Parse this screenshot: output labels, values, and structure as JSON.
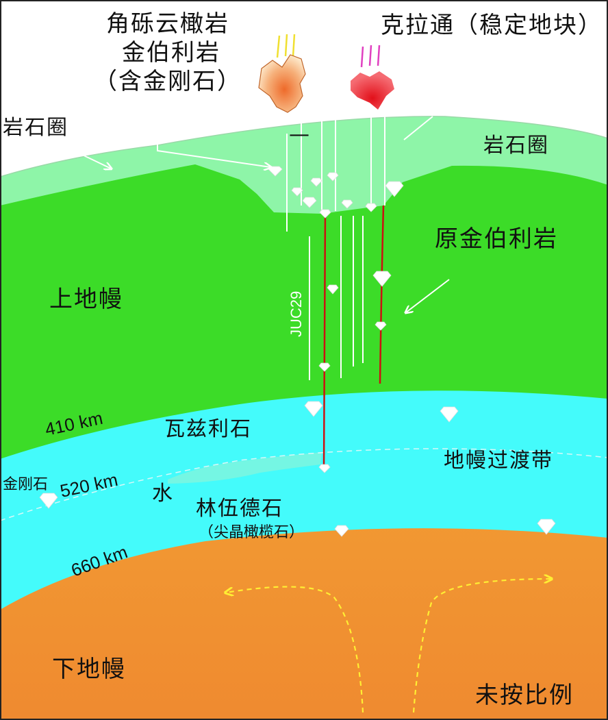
{
  "labels": {
    "kimberlite_lines": [
      "角砾云橄岩",
      "金伯利岩",
      "（含金刚石）"
    ],
    "craton": "克拉通（稳定地块）",
    "lithosphere_left": "岩石圈",
    "lithosphere_right": "岩石圈",
    "dash": "—",
    "proto_kimberlite": "原金伯利岩",
    "upper_mantle": "上地幔",
    "sample": "JUC29",
    "depth_410": "410 km",
    "depth_520": "520 km",
    "depth_660": "660 km",
    "wadsleyite": "瓦兹利石",
    "transition_zone": "地幔过渡带",
    "diamond": "金刚石",
    "water": "水",
    "ringwoodite": "林伍德石",
    "ringwoodite_note": "（尖晶橄榄石）",
    "lower_mantle": "下地幔",
    "not_to_scale": "未按比例"
  },
  "colors": {
    "lithosphere": "#8ef5a8",
    "upper_mantle": "#3cdc28",
    "transition_zone": "#44fbfb",
    "lower_mantle_top": "#f8bd38",
    "lower_mantle_bottom": "#ef8a30",
    "magma_channel": "#cc1111",
    "convection_arrow": "#ffee33",
    "kimberlite_rock": "#f2a36b",
    "craton_rock": "#e6333b"
  }
}
